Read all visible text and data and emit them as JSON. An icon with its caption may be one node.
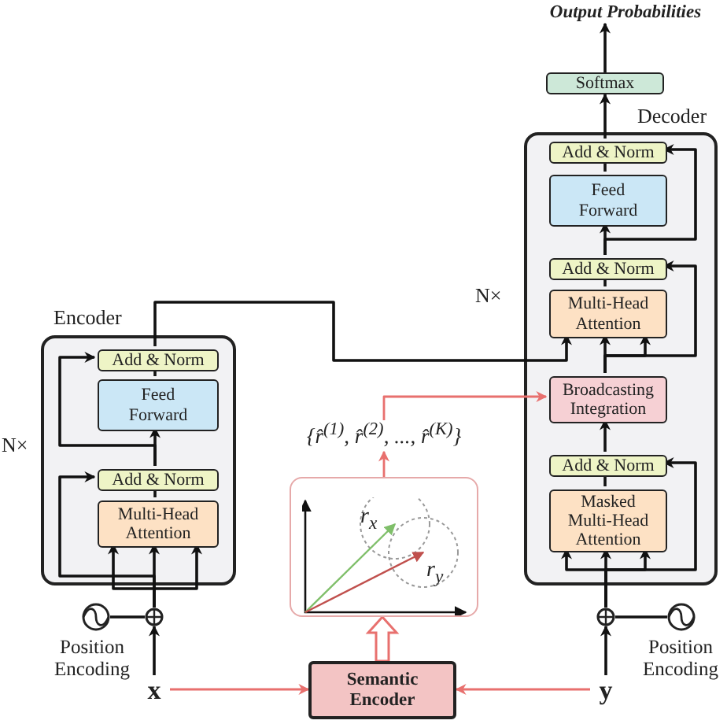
{
  "diagram": {
    "nodes": [
      {
        "text": [
          "Encoder"
        ],
        "beside": [
          "N×"
        ]
      },
      {
        "text": [
          "Add & Norm"
        ],
        "in": 0
      },
      {
        "text": [
          "Feed Forward"
        ],
        "in": 0
      },
      {
        "text": [
          "Add & Norm"
        ],
        "in": 0
      },
      {
        "text": [
          "Multi-Head Attention"
        ],
        "in": 0
      },
      {
        "text": [
          "Softmax"
        ]
      },
      {
        "text": [
          "Decoder"
        ],
        "beside": [
          "N×"
        ]
      },
      {
        "text": [
          "Add & Norm"
        ],
        "in": 6
      },
      {
        "text": [
          "Feed Forward"
        ],
        "in": 6
      },
      {
        "text": [
          "Add & Norm"
        ],
        "in": 6
      },
      {
        "text": [
          "Multi-Head Attention"
        ],
        "in": 6
      },
      {
        "text": [
          "Broadcasting Integration"
        ],
        "in": 6
      },
      {
        "text": [
          "Add & Norm"
        ],
        "in": 6
      },
      {
        "text": [
          "Masked Multi-Head Attention"
        ],
        "in": 6
      },
      {
        "text": [],
        "shape": "circle"
      },
      {
        "text": [],
        "shape": "circle",
        "beside": [
          "Position Encoding"
        ]
      },
      {
        "text": [
          "x"
        ]
      },
      {
        "text": [],
        "shape": "circle"
      },
      {
        "text": [],
        "shape": "circle",
        "beside": [
          "Position Encoding"
        ]
      },
      {
        "text": [
          "y"
        ]
      },
      {
        "text": [
          "Semantic Encoder"
        ]
      },
      {
        "text": [
          "r$_{x}$",
          "r$_{y}$"
        ]
      },
      {
        "text": [
          "{r̂$^{(1)}$, r̂$^{(2)}$, ..., r̂$^{(K)}$}"
        ]
      },
      {
        "text": [
          "Output Probabilities"
        ]
      }
    ],
    "edges": [
      {
        "from": 16,
        "to": 14,
        "arrow": "to"
      },
      {
        "from": 15,
        "to": 14,
        "arrow": "none"
      },
      {
        "from": 14,
        "to": 4,
        "arrow": "to"
      },
      {
        "from": 14,
        "to": 3,
        "arrow": "to"
      },
      {
        "from": 4,
        "to": 3,
        "arrow": "none"
      },
      {
        "from": 3,
        "to": 2,
        "arrow": "to"
      },
      {
        "from": 3,
        "to": 1,
        "arrow": "to"
      },
      {
        "from": 2,
        "to": 1,
        "arrow": "none"
      },
      {
        "from": 1,
        "to": 10,
        "arrow": "to"
      },
      {
        "from": 19,
        "to": 17,
        "arrow": "to"
      },
      {
        "from": 18,
        "to": 17,
        "arrow": "none"
      },
      {
        "from": 17,
        "to": 13,
        "arrow": "to"
      },
      {
        "from": 17,
        "to": 12,
        "arrow": "to"
      },
      {
        "from": 13,
        "to": 12,
        "arrow": "none"
      },
      {
        "from": 12,
        "to": 11,
        "arrow": "to"
      },
      {
        "from": 11,
        "to": 10,
        "arrow": "to"
      },
      {
        "from": 11,
        "to": 9,
        "arrow": "to"
      },
      {
        "from": 10,
        "to": 9,
        "arrow": "none"
      },
      {
        "from": 9,
        "to": 8,
        "arrow": "to"
      },
      {
        "from": 9,
        "to": 7,
        "arrow": "to"
      },
      {
        "from": 8,
        "to": 7,
        "arrow": "none"
      },
      {
        "from": 7,
        "to": 5,
        "arrow": "to"
      },
      {
        "from": 5,
        "to": 23,
        "arrow": "to"
      },
      {
        "from": 16,
        "to": 20,
        "arrow": "to",
        "color": "#e8706e"
      },
      {
        "from": 19,
        "to": 20,
        "arrow": "to",
        "color": "#e8706e"
      },
      {
        "from": 20,
        "to": 21,
        "arrow": "to",
        "style": "thick",
        "color": "#e8706e"
      },
      {
        "from": 21,
        "to": 22,
        "arrow": "to",
        "color": "#e8706e"
      },
      {
        "from": 22,
        "to": 11,
        "arrow": "to",
        "color": "#e8706e"
      },
      {
        "from": 14,
        "to": 4,
        "arrow": "to"
      },
      {
        "from": 14,
        "to": 4,
        "arrow": "to"
      },
      {
        "from": 17,
        "to": 13,
        "arrow": "to"
      },
      {
        "from": 17,
        "to": 13,
        "arrow": "to"
      },
      {
        "from": 11,
        "to": 10,
        "arrow": "to"
      }
    ]
  }
}
